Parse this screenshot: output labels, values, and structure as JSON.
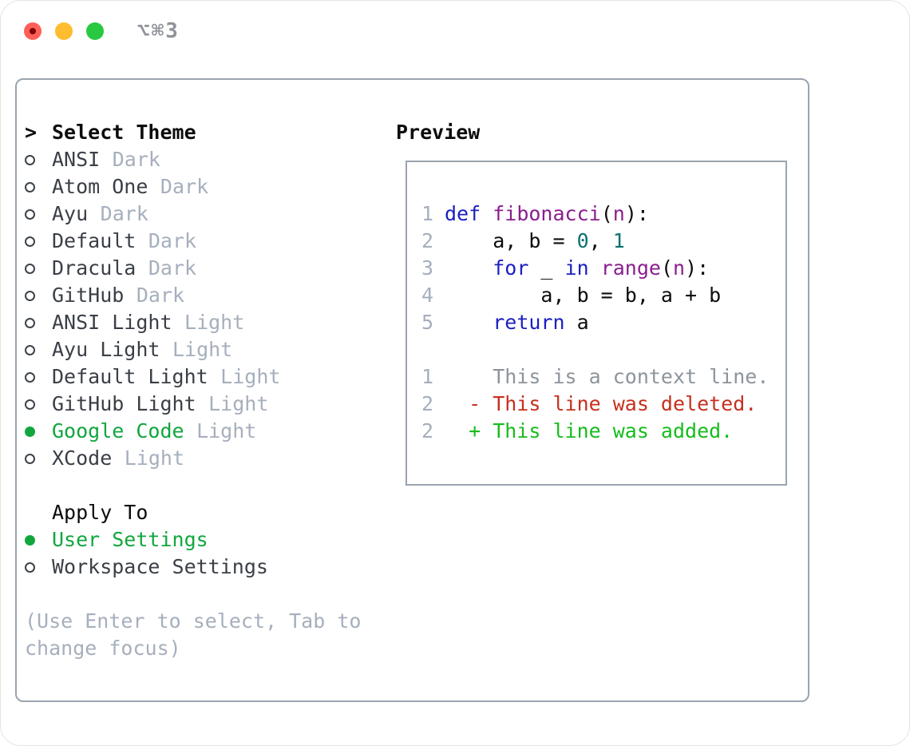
{
  "window": {
    "title": "⌥⌘3",
    "traffic_lights": [
      {
        "name": "close",
        "color": "#ff5f57"
      },
      {
        "name": "minimize",
        "color": "#febc2e"
      },
      {
        "name": "zoom",
        "color": "#28c840"
      }
    ]
  },
  "theme_panel": {
    "header": {
      "marker": ">",
      "label": "Select Theme"
    },
    "themes": [
      {
        "name": "ANSI",
        "tag": "Dark",
        "selected": false
      },
      {
        "name": "Atom One",
        "tag": "Dark",
        "selected": false
      },
      {
        "name": "Ayu",
        "tag": "Dark",
        "selected": false
      },
      {
        "name": "Default",
        "tag": "Dark",
        "selected": false
      },
      {
        "name": "Dracula",
        "tag": "Dark",
        "selected": false
      },
      {
        "name": "GitHub",
        "tag": "Dark",
        "selected": false
      },
      {
        "name": "ANSI Light",
        "tag": "Light",
        "selected": false
      },
      {
        "name": "Ayu Light",
        "tag": "Light",
        "selected": false
      },
      {
        "name": "Default Light",
        "tag": "Light",
        "selected": false
      },
      {
        "name": "GitHub Light",
        "tag": "Light",
        "selected": false
      },
      {
        "name": "Google Code",
        "tag": "Light",
        "selected": true
      },
      {
        "name": "XCode",
        "tag": "Light",
        "selected": false
      }
    ],
    "apply_to": {
      "label": "Apply To",
      "options": [
        {
          "name": "User Settings",
          "selected": true
        },
        {
          "name": "Workspace Settings",
          "selected": false
        }
      ]
    },
    "hint_lines": [
      "(Use Enter to select, Tab to",
      "change focus)"
    ]
  },
  "preview": {
    "label": "Preview",
    "code_lines": [
      {
        "num": "1",
        "tokens": [
          {
            "t": "def",
            "c": "kw"
          },
          {
            "t": " ",
            "c": "plain"
          },
          {
            "t": "fibonacci",
            "c": "title"
          },
          {
            "t": "(",
            "c": "plain"
          },
          {
            "t": "n",
            "c": "title"
          },
          {
            "t": "):",
            "c": "plain"
          }
        ]
      },
      {
        "num": "2",
        "tokens": [
          {
            "t": "    a, b = ",
            "c": "plain"
          },
          {
            "t": "0",
            "c": "num"
          },
          {
            "t": ", ",
            "c": "plain"
          },
          {
            "t": "1",
            "c": "num"
          }
        ]
      },
      {
        "num": "3",
        "tokens": [
          {
            "t": "    ",
            "c": "plain"
          },
          {
            "t": "for",
            "c": "kw"
          },
          {
            "t": " _ ",
            "c": "plain"
          },
          {
            "t": "in",
            "c": "kw"
          },
          {
            "t": " ",
            "c": "plain"
          },
          {
            "t": "range",
            "c": "title"
          },
          {
            "t": "(",
            "c": "plain"
          },
          {
            "t": "n",
            "c": "title"
          },
          {
            "t": "):",
            "c": "plain"
          }
        ]
      },
      {
        "num": "4",
        "tokens": [
          {
            "t": "        a, b = b, a + b",
            "c": "plain"
          }
        ]
      },
      {
        "num": "5",
        "tokens": [
          {
            "t": "    ",
            "c": "plain"
          },
          {
            "t": "return",
            "c": "kw"
          },
          {
            "t": " a",
            "c": "plain"
          }
        ]
      },
      {
        "num": "",
        "tokens": []
      },
      {
        "num": "1",
        "tokens": [
          {
            "t": "    This is a context line.",
            "c": "ctx"
          }
        ]
      },
      {
        "num": "2",
        "tokens": [
          {
            "t": "  - This line was deleted.",
            "c": "del"
          }
        ]
      },
      {
        "num": "2",
        "tokens": [
          {
            "t": "  + This line was added.",
            "c": "add"
          }
        ]
      }
    ]
  },
  "icons": {
    "caret": ">",
    "radio_unselected": "outlined-circle",
    "radio_selected": "filled-circle"
  },
  "colors": {
    "selected_green": "#11a63e",
    "keyword_blue": "#1b1fc0",
    "function_purple": "#8a1e8f",
    "number_teal": "#0b7070",
    "context_gray": "#8d949c",
    "deletion_red": "#c6301f",
    "addition_green": "#16bd1c",
    "muted_text": "#a6afbd",
    "item_text": "#3a3f47",
    "border_gray": "#9aa4af",
    "traffic_red": "#ff5f57",
    "traffic_yellow": "#febc2e",
    "traffic_green": "#28c840"
  }
}
